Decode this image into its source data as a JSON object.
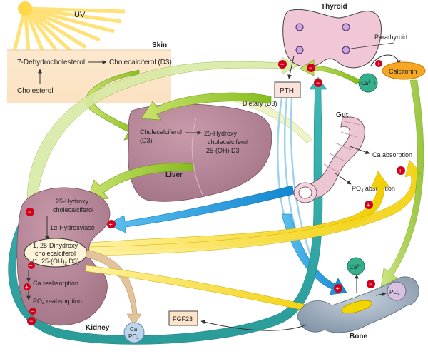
{
  "labels": {
    "uv": "UV",
    "skin": "Skin",
    "dehydro": "7-Dehydrocholesterol",
    "chole_d3_skin": "Cholecalciferol (D3)",
    "cholesterol": "Cholesterol",
    "thyroid": "Thyroid",
    "parathyroid": "Parathyroid",
    "calcitonin": "Calcitonin",
    "ca2_thyroid": "Ca",
    "ca2_thyroid_sup": "2+",
    "ca2_thyroid_arrow": "↑",
    "pth": "PTH",
    "dietary": "Dietary (D3)",
    "gut": "Gut",
    "liver": "Liver",
    "liver_chole_1": "Cholecalciferol",
    "liver_chole_2": "(D3)",
    "liver_25_1": "25-Hydroxy",
    "liver_25_2": "cholecalciferol",
    "liver_25_3": "25-(OH) D3",
    "ca_absorption": "Ca absorption",
    "po4_absorption": "PO",
    "po4_absorption_sub": "4",
    "po4_absorption_rest": " absorption",
    "kidney_25_1": "25-Hydroxy",
    "kidney_25_2": "cholecalciferol",
    "hydroxylase": "1α-Hydroxylase",
    "dihydroxy_1": "1, 25-Dihydroxy",
    "dihydroxy_2": "cholecalciferol",
    "dihydroxy_3": "(1, 25-(OH)",
    "dihydroxy_3_sub": "2",
    "dihydroxy_3_rest": " D3)",
    "ca_reabsorption": "Ca reabsorption",
    "po4_reabs": "PO",
    "po4_reabs_sub": "4",
    "po4_reabs_rest": " reabsorption",
    "kidney": "Kidney",
    "ca_po4_1": "Ca",
    "ca_po4_2": "PO",
    "ca_po4_2_sub": "4",
    "fgf23": "FGF23",
    "bone": "Bone",
    "ca2_bone": "Ca",
    "ca2_bone_sup": "2+",
    "po4_bone": "PO",
    "po4_bone_sub": "4",
    "plus": "+",
    "minus": "−"
  },
  "colors": {
    "green_arrow": "#9acd32",
    "yellow_arrow": "#f5d800",
    "blue_arrow": "#1e9fe0",
    "teal_arrow": "#27a3a3",
    "organ_pink": "#b88a9a",
    "thyroid_pink": "#f1c6d6",
    "gut_pink": "#ecc6d2",
    "bone_gray": "#8e9fb0",
    "calcitonin_orange": "#f5a623",
    "teal_circle": "#36b08c",
    "skin_band": "#f8e3c8",
    "sun_yellow": "#ffd84a"
  }
}
